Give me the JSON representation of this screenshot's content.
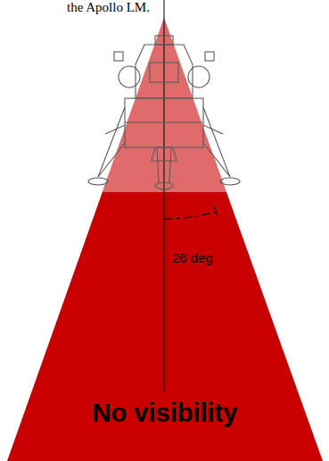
{
  "diagram": {
    "nodes": [
      {
        "text": [
          "No visibility"
        ]
      }
    ],
    "labels": [
      "the Apollo LM.",
      "26 deg"
    ]
  }
}
